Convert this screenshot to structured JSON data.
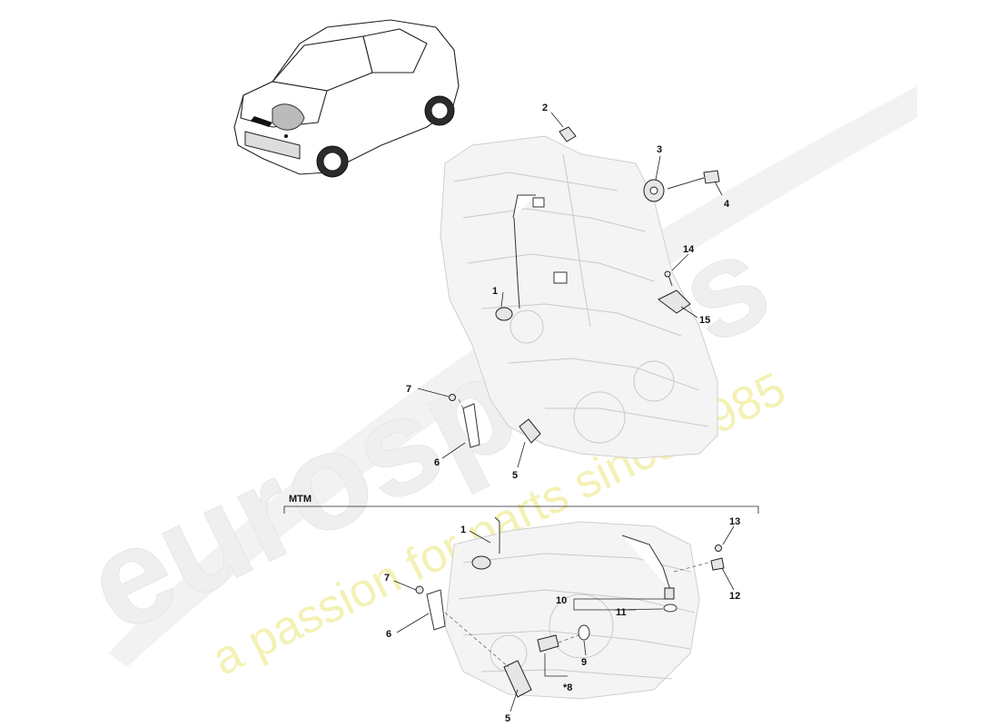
{
  "watermark": {
    "brand": "eurospares",
    "tagline": "a passion for parts since 1985"
  },
  "section": {
    "label": "MTM"
  },
  "callouts": {
    "top": [
      "1",
      "2",
      "3",
      "4",
      "5",
      "6",
      "7",
      "14",
      "15"
    ],
    "bottom": [
      "1",
      "5",
      "6",
      "7",
      "*8",
      "9",
      "10",
      "11",
      "12",
      "13"
    ]
  },
  "colors": {
    "watermark_brand": "#eeeeee",
    "watermark_tagline": "#f3f0a8",
    "line": "#222222",
    "ghost": "#c9c9c9"
  }
}
